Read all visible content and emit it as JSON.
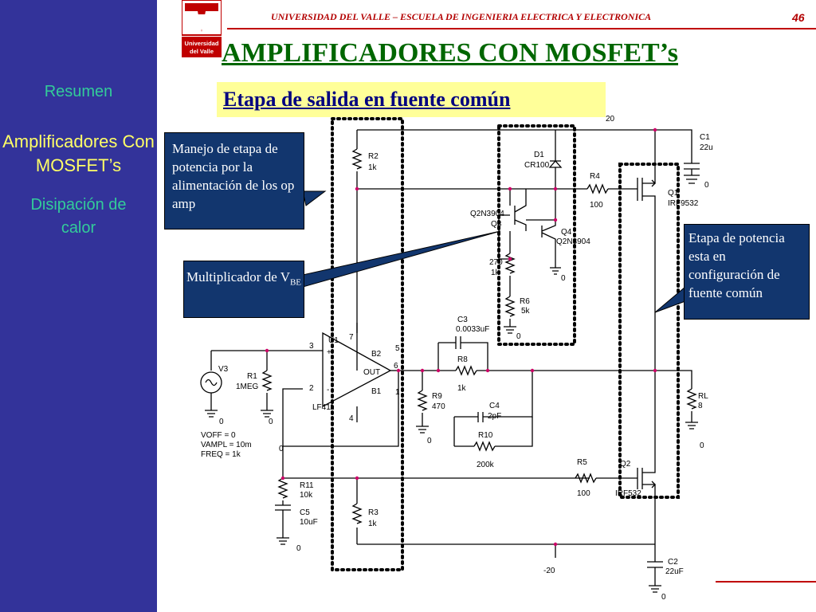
{
  "header": {
    "university": "UNIVERSIDAD DEL VALLE – ESCUELA DE INGENIERIA ELECTRICA Y ELECTRONICA",
    "page_number": "46",
    "logo_line1": "Universidad",
    "logo_line2": "del Valle"
  },
  "title": "AMPLIFICADORES CON MOSFET’s",
  "subtitle": "Etapa de salida en fuente común",
  "sidebar": {
    "items": [
      {
        "label": "Resumen",
        "color": "#33cc99"
      },
      {
        "label": "Amplificadores Con MOSFET’s",
        "color": "#ffff66"
      },
      {
        "label": "Disipación de calor",
        "color": "#33cc99"
      }
    ]
  },
  "callouts": {
    "manejo": "Manejo de etapa de potencia por la alimentación de los op amp",
    "multiplicador": "Multiplicador de V",
    "multiplicador_sub": "BE",
    "etapa": "Etapa de potencia esta en configuración de fuente común"
  },
  "circuit": {
    "supply_pos": "20",
    "supply_neg": "-20",
    "R2": "R2",
    "R2_val": "1k",
    "R3": "R3",
    "R3_val": "1k",
    "D1": "D1",
    "D1_val": "CR100",
    "R4": "R4",
    "R4_val": "100",
    "R5": "R5",
    "R5_val": "100",
    "Q1": "Q1",
    "Q1_val": "IRF9532",
    "Q2": "Q2",
    "Q2_val": "IRF532",
    "Q3": "Q3",
    "Q3_val": "Q2N3904",
    "Q4": "Q4",
    "Q4_val": "Q2N3904",
    "C1": "C1",
    "C1_val": "22u",
    "C2": "C2",
    "C2_val": "22uF",
    "R270": "270",
    "R270_val": "1k",
    "R6": "R6",
    "R6_val": "5k",
    "C3": "C3",
    "C3_val": "0.0033uF",
    "R8": "R8",
    "R8_val": "1k",
    "C4": "C4",
    "C4_val": "2pF",
    "R10": "R10",
    "R10_val": "200k",
    "R9": "R9",
    "R9_val": "470",
    "RL": "RL",
    "RL_val": "8",
    "V3": "V3",
    "R1": "R1",
    "R1_val": "1MEG",
    "U1": "U1",
    "opamp": "LF411",
    "R11": "R11",
    "R11_val": "10k",
    "C5": "C5",
    "C5_val": "10uF",
    "voff": "VOFF = 0",
    "vampl": "VAMPL = 10m",
    "freq": "FREQ = 1k",
    "zero": "0",
    "pin3": "3",
    "pin2": "2",
    "pin7": "7",
    "pin4": "4",
    "pin6": "6",
    "pin_out": "OUT",
    "pin_b2": "B2",
    "pin_b1": "B1",
    "pin_5": "5",
    "pin_1": "1",
    "plus": "+",
    "minus": "-"
  }
}
